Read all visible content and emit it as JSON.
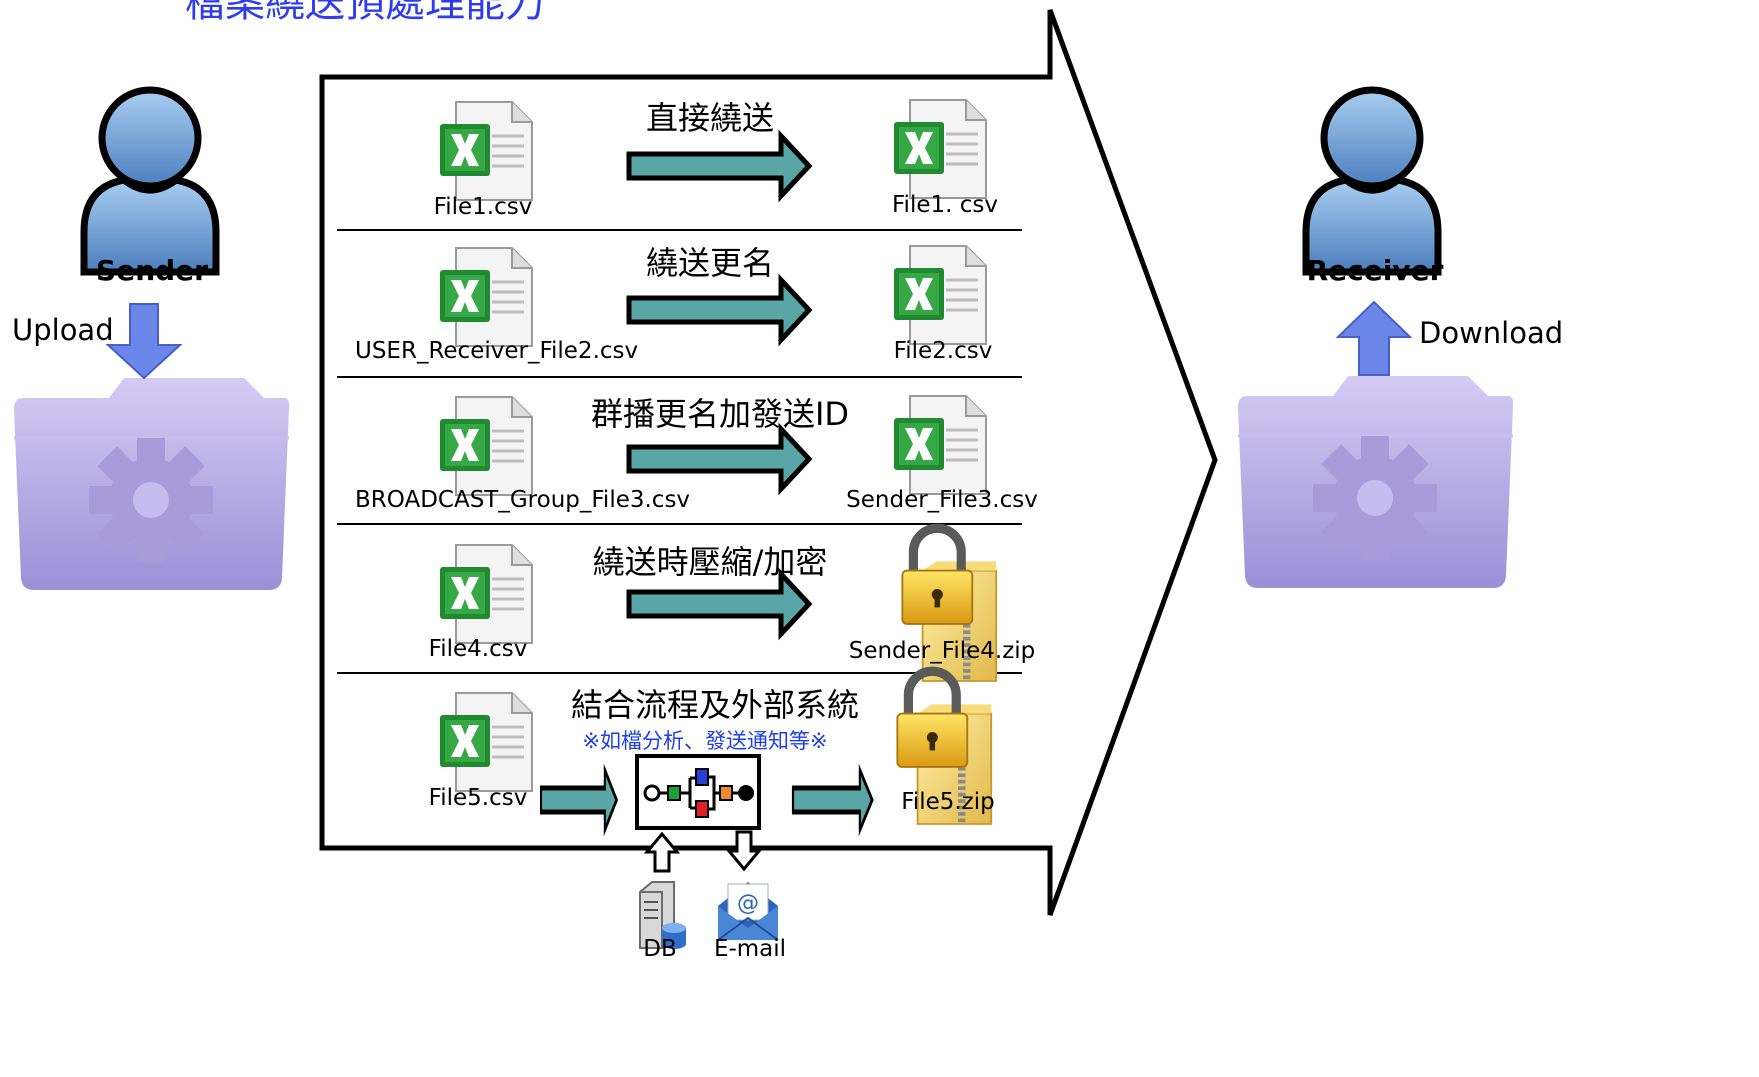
{
  "title": "檔案繞送預處理能力",
  "sender": {
    "label": "Sender",
    "action": "Upload"
  },
  "receiver": {
    "label": "Receiver",
    "action": "Download"
  },
  "rows": [
    {
      "heading": "直接繞送",
      "source": "File1.csv",
      "target": "File1. csv",
      "target_icon": "excel-file-icon"
    },
    {
      "heading": "繞送更名",
      "source": "USER_Receiver_File2.csv",
      "target": "File2.csv",
      "target_icon": "excel-file-icon"
    },
    {
      "heading": "群播更名加發送ID",
      "source": "BROADCAST_Group_File3.csv",
      "target": "Sender_File3.csv",
      "target_icon": "excel-file-icon"
    },
    {
      "heading": "繞送時壓縮/加密",
      "source": "File4.csv",
      "target": "Sender_File4.zip",
      "target_icon": "locked-zip-icon"
    },
    {
      "heading": "結合流程及外部系統",
      "note": "※如檔分析、發送通知等※",
      "source": "File5.csv",
      "target": "File5.zip",
      "target_icon": "locked-zip-icon"
    }
  ],
  "externals": {
    "db": "DB",
    "email": "E-mail"
  },
  "colors": {
    "title": "#2d3cf0",
    "note": "#1f3fe6",
    "arrow_fill": "#5aa6a6",
    "folder": "#b9b0e6",
    "person": "#6f9fd2",
    "flow_arrow": "#6a86e8"
  }
}
